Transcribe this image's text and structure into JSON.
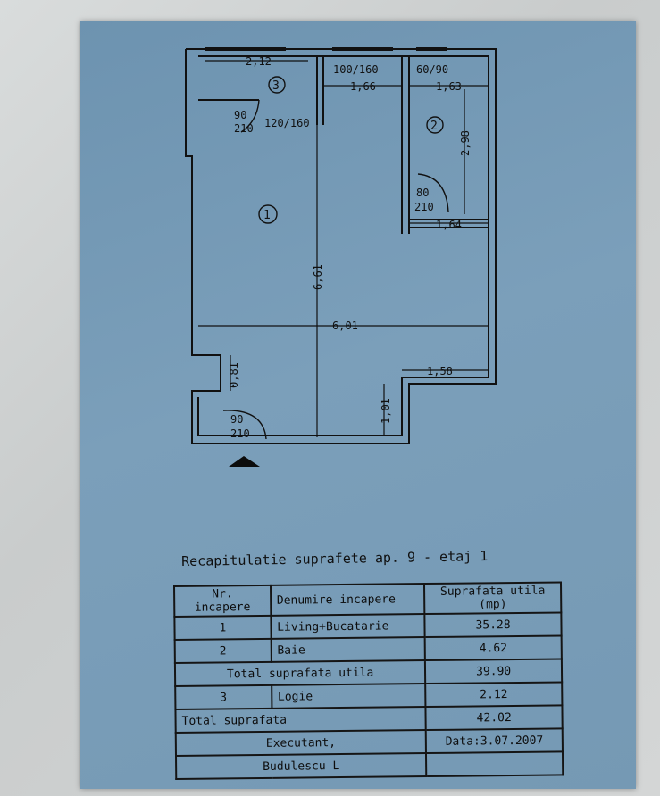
{
  "plan": {
    "dimensions": [
      "2,12",
      "100/160",
      "60/90",
      "1,66",
      "1,63",
      "90",
      "210",
      "120/160",
      "2,98",
      "80",
      "210",
      "1,64",
      "6,61",
      "6,01",
      "0,81",
      "1,58",
      "1,01",
      "90",
      "210"
    ],
    "room_numbers": [
      "1",
      "2",
      "3"
    ]
  },
  "summary": {
    "title": "Recapitulatie suprafete ap. 9 - etaj 1",
    "header": {
      "nr": "Nr. incapere",
      "name": "Denumire incapere",
      "area": "Suprafata utila (mp)"
    },
    "rows": [
      {
        "nr": "1",
        "name": "Living+Bucatarie",
        "area": "35.28"
      },
      {
        "nr": "2",
        "name": "Baie",
        "area": "4.62"
      }
    ],
    "total_useful_label": "Total suprafata utila",
    "total_useful_value": "39.90",
    "row3": {
      "nr": "3",
      "name": "Logie",
      "area": "2.12"
    },
    "total_label": "Total suprafata",
    "total_value": "42.02",
    "executant_label": "Executant,",
    "date": "Data:3.07.2007",
    "executant_name": "Budulescu L"
  }
}
